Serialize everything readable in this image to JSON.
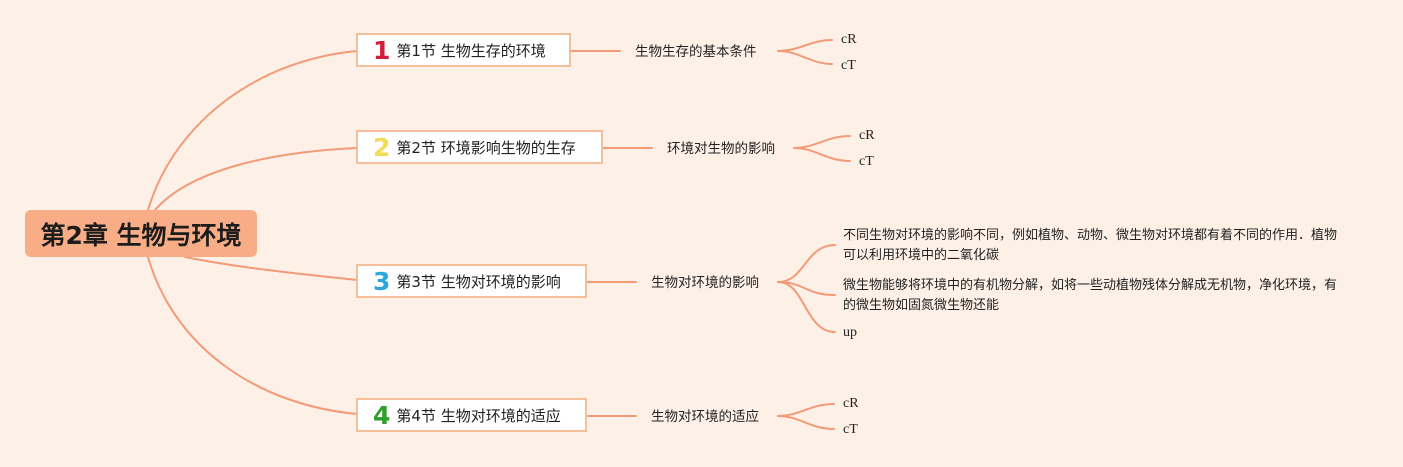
{
  "root": {
    "title": "第2章 生物与环境"
  },
  "sections": [
    {
      "number": "1",
      "title": "第1节 生物生存的环境",
      "topic": "生物生存的基本条件",
      "leaves": [
        "cR",
        "cT"
      ]
    },
    {
      "number": "2",
      "title": "第2节 环境影响生物的生存",
      "topic": "环境对生物的影响",
      "leaves": [
        "cR",
        "cT"
      ]
    },
    {
      "number": "3",
      "title": "第3节 生物对环境的影响",
      "topic": "生物对环境的影响",
      "leaves": [
        "不同生物对环境的影响不同，例如植物、动物、微生物对环境都有着不同的作用．植物可以利用环境中的二氧化碳",
        "微生物能够将环境中的有机物分解，如将一些动植物残体分解成无机物，净化环境，有的微生物如固氮微生物还能",
        "up"
      ]
    },
    {
      "number": "4",
      "title": "第4节 生物对环境的适应",
      "topic": "生物对环境的适应",
      "leaves": [
        "cR",
        "cT"
      ]
    }
  ],
  "colors": {
    "background": "#fdf1e7",
    "root_fill": "#f8ad86",
    "connector": "#f39a78",
    "section_border": "#f6bf9c"
  }
}
